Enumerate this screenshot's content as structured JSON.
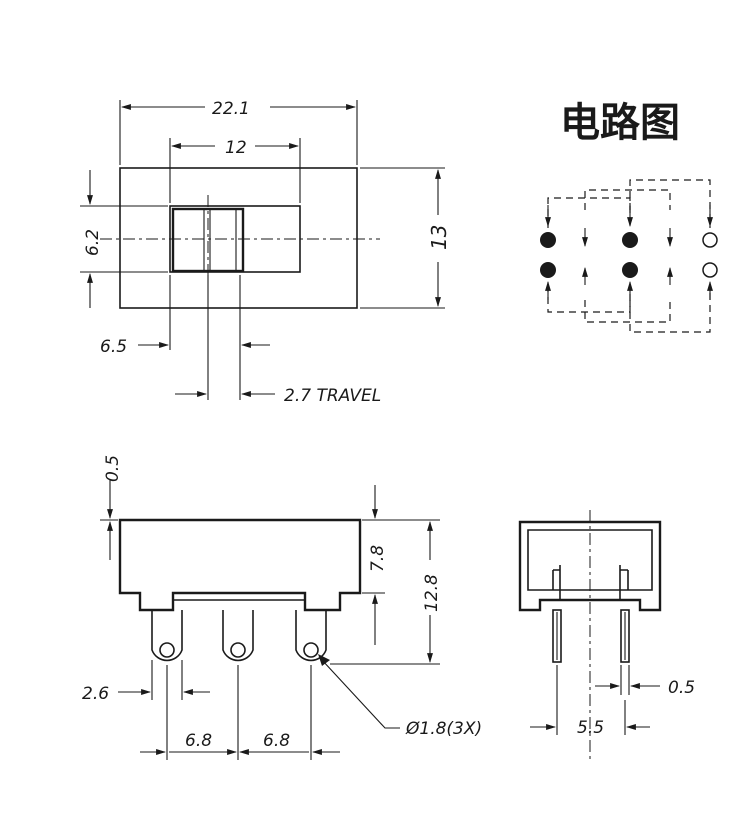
{
  "title": "电路图",
  "top_view": {
    "overall_length": "22.1",
    "slider_width": "12",
    "body_height": "13",
    "slider_height": "6.2",
    "pin_offset": "6.5",
    "travel": "2.7 TRAVEL"
  },
  "side_view": {
    "top_offset": "0.5",
    "body_height": "7.8",
    "total_height": "12.8",
    "pin_width": "2.6",
    "pitch_left": "6.8",
    "pitch_right": "6.8",
    "hole_diameter": "Ø1.8(3X)"
  },
  "end_view": {
    "pin_thickness": "0.5",
    "width": "5.5"
  },
  "circuit": {
    "contacts": [
      {
        "row": "top",
        "col": 1,
        "state": "filled"
      },
      {
        "row": "top",
        "col": 2,
        "state": "filled"
      },
      {
        "row": "top",
        "col": 3,
        "state": "open"
      },
      {
        "row": "bottom",
        "col": 1,
        "state": "filled"
      },
      {
        "row": "bottom",
        "col": 2,
        "state": "filled"
      },
      {
        "row": "bottom",
        "col": 3,
        "state": "open"
      }
    ]
  }
}
